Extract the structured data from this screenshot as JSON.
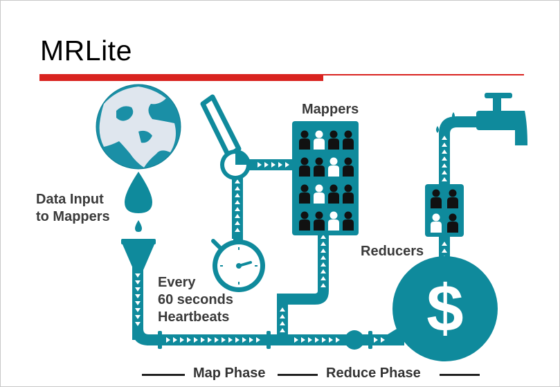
{
  "title": "MRLite",
  "labels": {
    "mappers": "Mappers",
    "data_input_line1": "Data Input",
    "data_input_line2": "to Mappers",
    "heartbeat_line1": "Every",
    "heartbeat_line2": "60 seconds",
    "heartbeat_line3": "Heartbeats",
    "reducers": "Reducers",
    "currency_symbol": "$"
  },
  "phases": {
    "map": "Map Phase",
    "reduce": "Reduce Phase"
  },
  "colors": {
    "teal": "#0f8a9c",
    "accent_red": "#d9231f",
    "text_dark": "#3a3a3a",
    "person_dark": "#111111",
    "person_light": "#ffffff"
  },
  "icons": [
    "globe-icon",
    "water-drop-icon",
    "funnel-icon",
    "thermometer-icon",
    "stopwatch-icon",
    "faucet-icon",
    "money-bag-icon",
    "person-icon"
  ],
  "mappers_grid": [
    [
      "dark",
      "light",
      "dark",
      "dark"
    ],
    [
      "dark",
      "dark",
      "light",
      "dark"
    ],
    [
      "dark",
      "light",
      "dark",
      "dark"
    ],
    [
      "dark",
      "dark",
      "light",
      "dark"
    ]
  ],
  "reducers_grid": [
    [
      "dark",
      "dark"
    ],
    [
      "light",
      "dark"
    ]
  ]
}
